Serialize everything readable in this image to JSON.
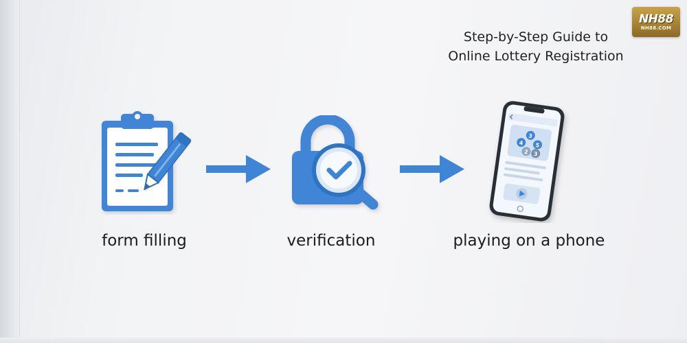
{
  "logo": {
    "main": "NH88",
    "sub": "NH88.COM"
  },
  "title": {
    "line1": "Step-by-Step Guide to",
    "line2": "Online Lottery Registration"
  },
  "steps": [
    {
      "label": "form filling",
      "icon": "clipboard-pencil-icon"
    },
    {
      "label": "verification",
      "icon": "padlock-magnifier-check-icon"
    },
    {
      "label": "playing on a phone",
      "icon": "smartphone-lottery-icon"
    }
  ],
  "phone_screen": {
    "balls": [
      "3",
      "4",
      "5",
      "2",
      "3"
    ]
  },
  "colors": {
    "primary_blue": "#3f85d6",
    "light_blue": "#7fb2e8",
    "background": "#f2f3f5",
    "text": "#1c1c1c"
  }
}
